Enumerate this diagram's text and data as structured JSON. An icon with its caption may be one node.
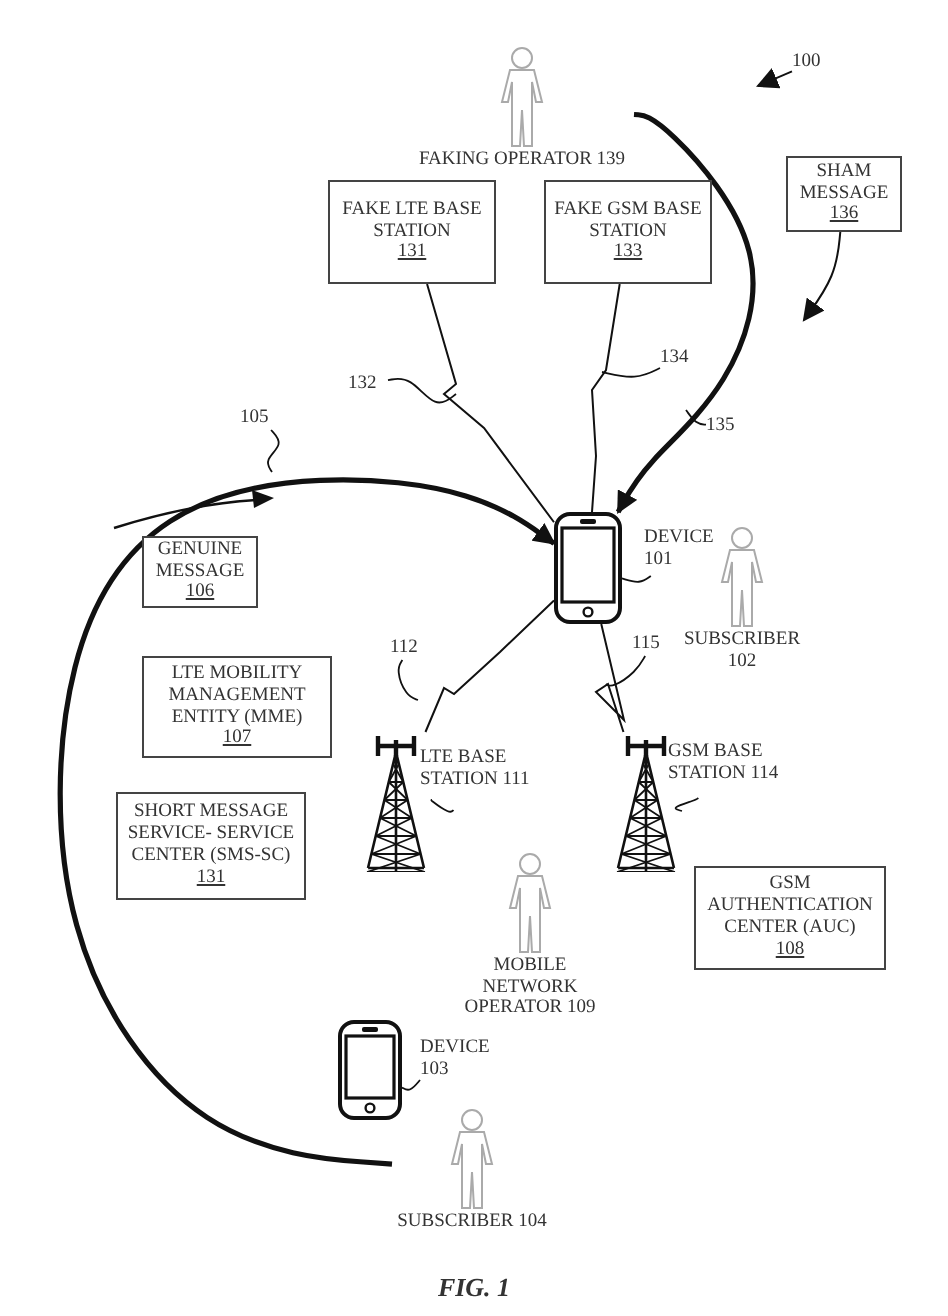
{
  "diagram": {
    "caption": "FIG. 1",
    "nodes": [
      {
        "text": [
          "FAKING OPERATOR 139"
        ]
      },
      {
        "text": [
          "FAKE LTE BASE STATION",
          "131"
        ]
      },
      {
        "text": [
          "FAKE GSM BASE STATION",
          "133"
        ]
      },
      {
        "text": [
          "SHAM MESSAGE",
          "136"
        ]
      },
      {
        "text": [
          "100"
        ]
      },
      {
        "text": [
          "132"
        ]
      },
      {
        "text": [
          "134"
        ]
      },
      {
        "text": [
          "135"
        ]
      },
      {
        "text": [
          "105"
        ]
      },
      {
        "text": [
          "GENUINE MESSAGE",
          "106"
        ]
      },
      {
        "text": [],
        "shape": "phone"
      },
      {
        "text": [
          "DEVICE 101"
        ]
      },
      {
        "text": [
          "SUBSCRIBER 102"
        ]
      },
      {
        "text": [
          "LTE MOBILITY MANAGEMENT ENTITY (MME)",
          "107"
        ]
      },
      {
        "text": [
          "112"
        ]
      },
      {
        "text": [
          "115"
        ]
      },
      {
        "text": [],
        "shape": "tower"
      },
      {
        "text": [
          "LTE BASE STATION 111"
        ]
      },
      {
        "text": [],
        "shape": "tower"
      },
      {
        "text": [
          "GSM BASE STATION 114"
        ]
      },
      {
        "text": [
          "SHORT MESSAGE SERVICE- SERVICE CENTER (SMS-SC)",
          "131"
        ]
      },
      {
        "text": [
          "GSM AUTHENTICATION CENTER (AUC)",
          "108"
        ]
      },
      {
        "text": [
          "MOBILE NETWORK OPERATOR 109"
        ]
      },
      {
        "text": [],
        "shape": "phone"
      },
      {
        "text": [
          "DEVICE 103"
        ]
      },
      {
        "text": [
          "SUBSCRIBER 104"
        ]
      }
    ],
    "edges": [
      {
        "from": 0,
        "to": 10,
        "arrow": "to",
        "style": "thick"
      },
      {
        "from": 25,
        "to": 10,
        "arrow": "to",
        "style": "thick"
      },
      {
        "from": 3,
        "to": null,
        "arrow": "to"
      },
      {
        "from": 1,
        "to": 10,
        "arrow": "none"
      },
      {
        "from": 2,
        "to": 10,
        "arrow": "none"
      },
      {
        "from": 16,
        "to": 10,
        "arrow": "none"
      },
      {
        "from": 18,
        "to": 10,
        "arrow": "none"
      },
      {
        "from": 4,
        "to": null,
        "arrow": "to"
      },
      {
        "from": 5,
        "to": null,
        "arrow": "none"
      },
      {
        "from": 6,
        "to": null,
        "arrow": "none"
      },
      {
        "from": 7,
        "to": null,
        "arrow": "none"
      },
      {
        "from": 8,
        "to": null,
        "arrow": "none"
      },
      {
        "from": 11,
        "to": 10,
        "arrow": "none"
      },
      {
        "from": 14,
        "to": null,
        "arrow": "none"
      },
      {
        "from": 15,
        "to": null,
        "arrow": "none"
      },
      {
        "from": 17,
        "to": 16,
        "arrow": "none"
      },
      {
        "from": 19,
        "to": 18,
        "arrow": "none"
      },
      {
        "from": 24,
        "to": 23,
        "arrow": "none"
      }
    ]
  }
}
